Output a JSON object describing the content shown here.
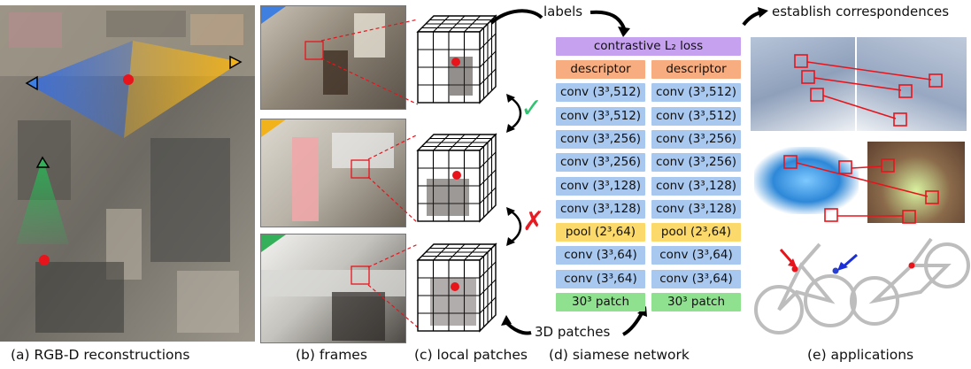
{
  "captions": {
    "a": "(a) RGB-D reconstructions",
    "b": "(b) frames",
    "c": "(c) local patches",
    "d": "(d) siamese network",
    "e": "(e) applications"
  },
  "flow": {
    "labels": "labels",
    "patches": "3D patches",
    "establish": "establish correspondences"
  },
  "network": {
    "loss": "contrastive L₂ loss",
    "left_column": [
      {
        "label": "descriptor",
        "kind": "desc"
      },
      {
        "label": "conv (3³,512)",
        "kind": "conv"
      },
      {
        "label": "conv (3³,512)",
        "kind": "conv"
      },
      {
        "label": "conv (3³,256)",
        "kind": "conv"
      },
      {
        "label": "conv (3³,256)",
        "kind": "conv"
      },
      {
        "label": "conv (3³,128)",
        "kind": "conv"
      },
      {
        "label": "conv (3³,128)",
        "kind": "conv"
      },
      {
        "label": "pool (2³,64)",
        "kind": "pool"
      },
      {
        "label": "conv (3³,64)",
        "kind": "conv"
      },
      {
        "label": "conv (3³,64)",
        "kind": "conv"
      },
      {
        "label": "30³ patch",
        "kind": "patch"
      }
    ],
    "right_column": [
      {
        "label": "descriptor",
        "kind": "desc"
      },
      {
        "label": "conv (3³,512)",
        "kind": "conv"
      },
      {
        "label": "conv (3³,512)",
        "kind": "conv"
      },
      {
        "label": "conv (3³,256)",
        "kind": "conv"
      },
      {
        "label": "conv (3³,256)",
        "kind": "conv"
      },
      {
        "label": "conv (3³,128)",
        "kind": "conv"
      },
      {
        "label": "conv (3³,128)",
        "kind": "conv"
      },
      {
        "label": "pool (2³,64)",
        "kind": "pool"
      },
      {
        "label": "conv (3³,64)",
        "kind": "conv"
      },
      {
        "label": "conv (3³,64)",
        "kind": "conv"
      },
      {
        "label": "30³ patch",
        "kind": "patch"
      }
    ]
  },
  "match_marks": {
    "positive": "✓",
    "negative": "✗"
  },
  "colors": {
    "blue_view": "#3f7fe0",
    "yellow_view": "#f2b21a",
    "green_view": "#35b05a",
    "keypoint": "#e8141c",
    "check": "#2fc470",
    "cross": "#e51c23",
    "conv": "#a9c8ef",
    "descriptor": "#f7ad7f",
    "pool": "#fbd96a",
    "patch": "#8fe08f",
    "loss": "#c6a1f0"
  },
  "icons": [
    "checkmark-icon",
    "cross-icon",
    "curved-arrow-icon"
  ]
}
